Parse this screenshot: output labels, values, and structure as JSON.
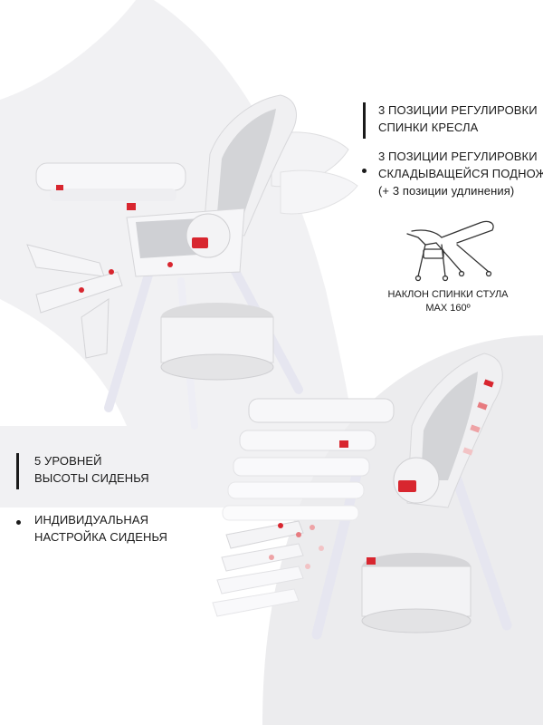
{
  "features_top": [
    {
      "lines": [
        "3 ПОЗИЦИИ РЕГУЛИРОВКИ",
        "СПИНКИ КРЕСЛА"
      ]
    },
    {
      "lines": [
        "3 ПОЗИЦИИ РЕГУЛИРОВКИ",
        "СКЛАДЫВАЩЕЙСЯ ПОДНОЖКИ",
        "(+ 3 позиции удлинения)"
      ]
    }
  ],
  "recline_caption": {
    "lines": [
      "НАКЛОН СПИНКИ СТУЛА",
      "MAX 160º"
    ]
  },
  "features_bottom": [
    {
      "lines": [
        "5 УРОВНЕЙ",
        "ВЫСОТЫ СИДЕНЬЯ"
      ]
    },
    {
      "lines": [
        "ИНДИВИДУАЛЬНАЯ",
        "НАСТРОЙКА СИДЕНЬЯ"
      ]
    }
  ],
  "colors": {
    "background": "#ffffff",
    "arc": "#e6e6e8",
    "chair_frame": "#f4f4f6",
    "chair_padding": "#cfd0d3",
    "accent_red": "#d8262f",
    "legs": "#e9e9f2",
    "text": "#1a1a1a"
  },
  "icons": [
    "highchair-recline-icon"
  ]
}
